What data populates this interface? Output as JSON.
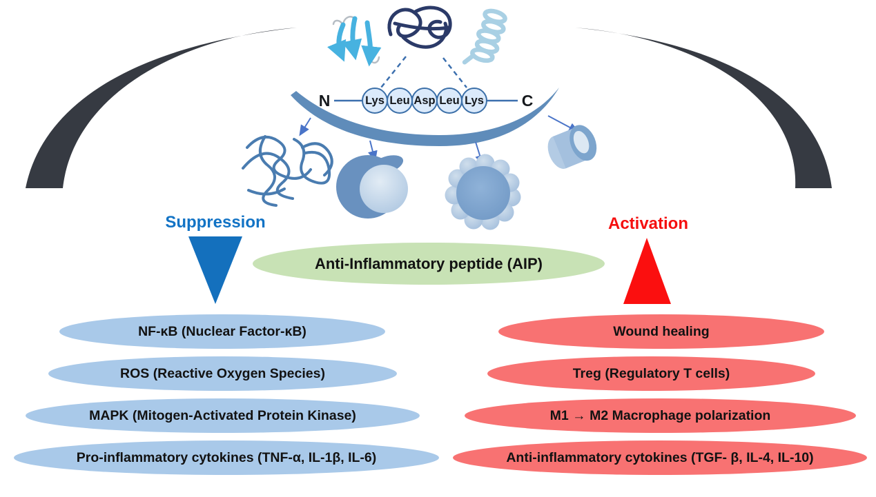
{
  "peptide": {
    "n_label": "N",
    "c_label": "C",
    "residues": [
      "Lys",
      "Leu",
      "Asp",
      "Leu",
      "Lys"
    ]
  },
  "aip": {
    "label": "Anti-Inflammatory peptide (AIP)",
    "ellipse_color": "#c8e2b5"
  },
  "suppression": {
    "label": "Suppression",
    "label_color": "#1273c5",
    "triangle_color": "#1470bd",
    "ellipse_color": "#a9c9e9",
    "items": [
      "NF-κB (Nuclear Factor-κB)",
      "ROS (Reactive Oxygen Species)",
      "MAPK (Mitogen-Activated Protein Kinase)",
      "Pro-inflammatory cytokines (TNF-α, IL-1β, IL-6)"
    ]
  },
  "activation": {
    "label": "Activation",
    "label_color": "#f50f0f",
    "triangle_color": "#fb0f0f",
    "ellipse_color": "#f87272",
    "items": [
      "Wound healing",
      "Treg (Regulatory T cells)",
      "M1 → M2 Macrophage polarization",
      "Anti-inflammatory cytokines (TGF- β, IL-4, IL-10)"
    ]
  },
  "icons": {
    "beta_sheet": "beta-sheet-icon",
    "random_coil": "random-coil-icon",
    "alpha_helix": "alpha-helix-icon",
    "fibril_network": "fibril-network-icon",
    "vesicle": "vesicle-icon",
    "micelle": "micelle-icon",
    "nanotube": "nanotube-icon"
  },
  "colors": {
    "bracket_arc_dark": "#363a42",
    "assembly_arc_blue": "#5f8cba",
    "peptide_outline_blue": "#3b6fa8",
    "thin_arrow_blue": "#4a74c8"
  }
}
